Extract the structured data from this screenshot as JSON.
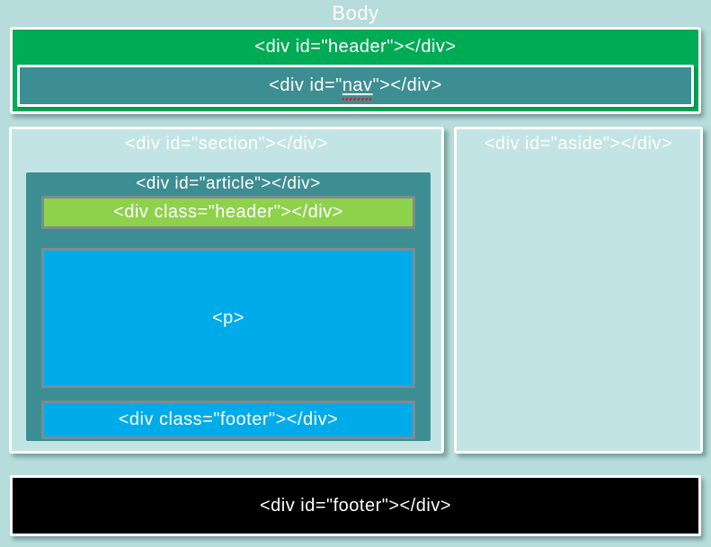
{
  "page": {
    "title": "Body",
    "background": "#b7dcdc",
    "panel_background": "#c3e4e4"
  },
  "colors": {
    "header_green": "#00ab55",
    "nav_teal": "#3d8e92",
    "article_teal": "#3d8e92",
    "class_header_green": "#8ed24b",
    "content_blue": "#00abea",
    "footer_black": "#000000",
    "border_white": "#ffffff",
    "border_gray": "#7f8b90",
    "text": "#ffffff",
    "spellcheck_squiggle_red": "#e01b1b"
  },
  "header": {
    "label": "<div id=\"header\"></div>"
  },
  "nav": {
    "label_before": "<div id=\"",
    "word": "nav",
    "label_after": "\"></div>"
  },
  "section": {
    "label": "<div id=\"section\"></div>"
  },
  "article": {
    "label": "<div id=\"article\"></div>",
    "class_header_label": "<div class=\"header\"></div>",
    "paragraph_label": "<p>",
    "class_footer_label": "<div class=\"footer\"></div>"
  },
  "aside": {
    "label": "<div id=\"aside\"></div>"
  },
  "footer": {
    "label": "<div id=\"footer\"></div>"
  }
}
